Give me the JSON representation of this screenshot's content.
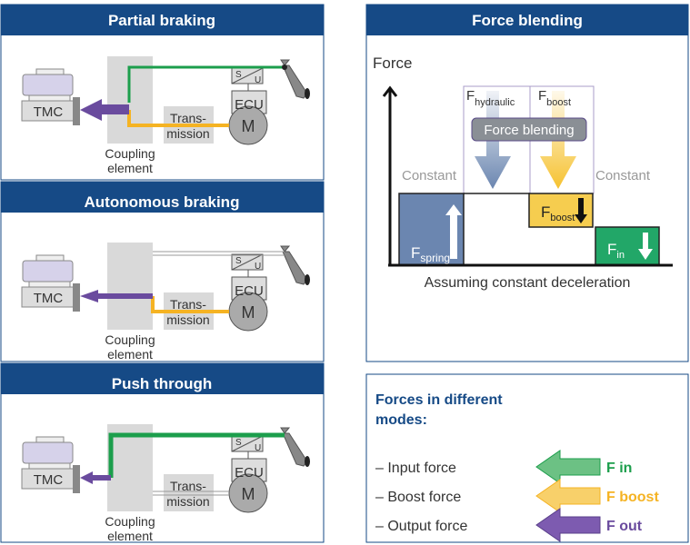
{
  "colors": {
    "header": "#164a86",
    "green": "#1c9e4c",
    "orange": "#f5b323",
    "purple": "#6a4b9e",
    "spring": "#6b86b0",
    "boost": "#f6cd4f",
    "fin": "#22a768"
  },
  "panels": [
    {
      "title": "Partial braking"
    },
    {
      "title": "Autonomous braking"
    },
    {
      "title": "Push through"
    }
  ],
  "labels": {
    "tmc": "TMC",
    "trans1": "Trans-",
    "trans2": "mission",
    "ecu": "ECU",
    "motor": "M",
    "s": "S",
    "u": "U",
    "coupling1": "Coupling",
    "coupling2": "element"
  },
  "blending": {
    "title": "Force blending",
    "yaxis": "Force",
    "f": "F",
    "hydraulic": "hydraulic",
    "boost": "boost",
    "spring": "spring",
    "in": "in",
    "pill": "Force blending",
    "constant": "Constant",
    "caption": "Assuming constant deceleration"
  },
  "legend": {
    "title1": "Forces in different",
    "title2": "modes:",
    "items": [
      {
        "label": "– Input force",
        "tag": "F in"
      },
      {
        "label": "– Boost force",
        "tag": "F boost"
      },
      {
        "label": "– Output force",
        "tag": "F out"
      }
    ]
  }
}
